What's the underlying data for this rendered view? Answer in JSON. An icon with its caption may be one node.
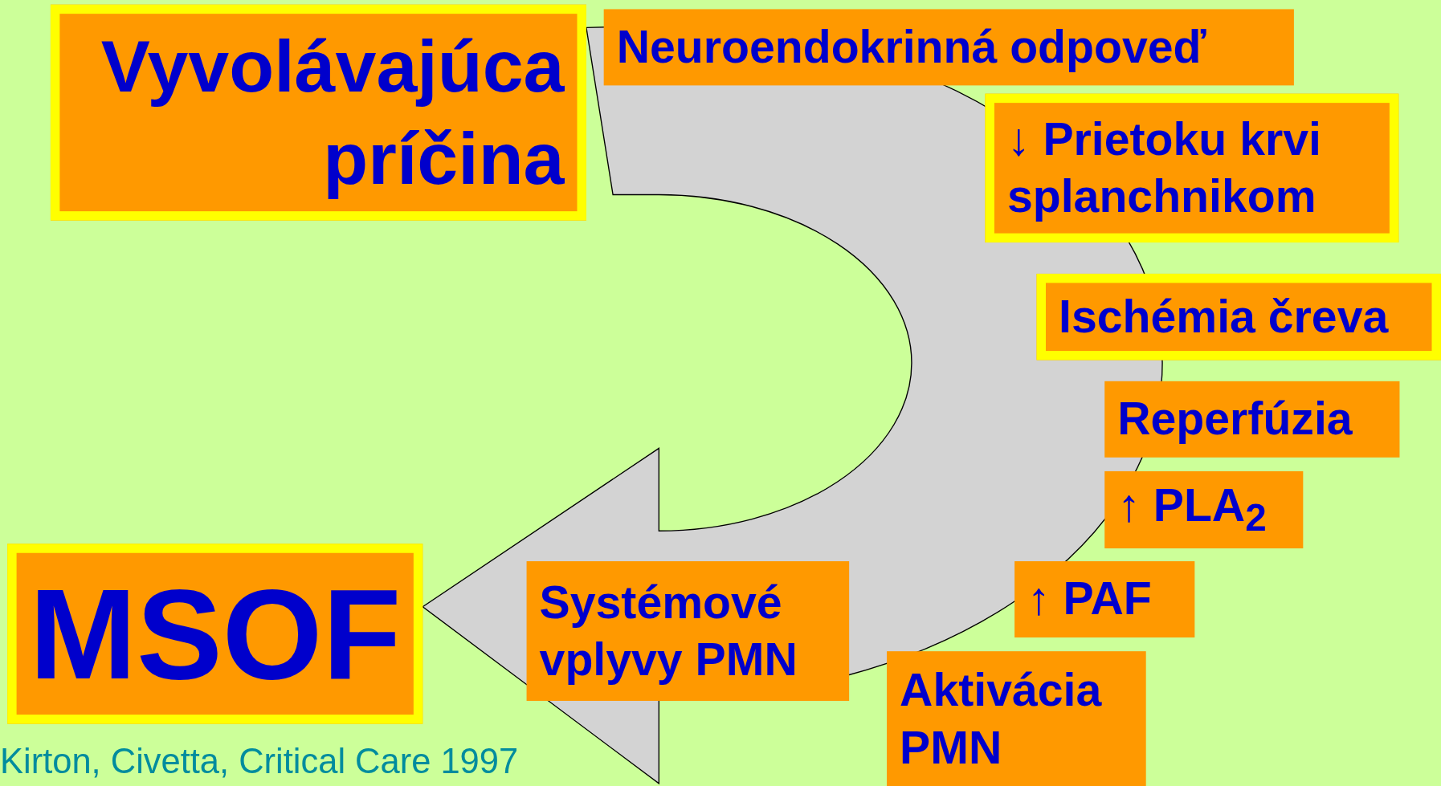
{
  "diagram": {
    "nodes": [
      {
        "text": [
          "Vyvolávajúca príčina"
        ]
      },
      {
        "text": [
          "Neuroendokrinná odpoveď"
        ]
      },
      {
        "text": [
          "↓ Prietoku krvi splanchnikom"
        ]
      },
      {
        "text": [
          "Ischémia čreva"
        ]
      },
      {
        "text": [
          "Reperfúzia"
        ]
      },
      {
        "text": [
          "↑ PLA$_{2}$"
        ]
      },
      {
        "text": [
          "↑ PAF"
        ]
      },
      {
        "text": [
          "Aktivácia PMN"
        ]
      },
      {
        "text": [
          "Systémové vplyvy PMN"
        ]
      },
      {
        "text": [
          "MSOF"
        ]
      }
    ],
    "edges": [
      {
        "from": 0,
        "to": 9,
        "arrow": "to"
      }
    ],
    "labels": [
      "Kirton, Civetta, Critical Care 1997"
    ]
  }
}
